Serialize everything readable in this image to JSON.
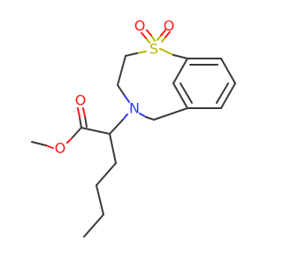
{
  "atoms": {
    "o_ring_a": {
      "symbol": "O",
      "color": "#ff1a1a"
    },
    "o_ring_b": {
      "symbol": "O",
      "color": "#ff1a1a"
    },
    "s_ring": {
      "symbol": "S",
      "color": "#b5b500"
    },
    "n_ring": {
      "symbol": "N",
      "color": "#2f3aff"
    },
    "o_carbonyl": {
      "symbol": "O",
      "color": "#ff1a1a"
    },
    "o_ester": {
      "symbol": "O",
      "color": "#ff1a1a"
    }
  },
  "colors": {
    "bond": "#3a3a3a",
    "oxygen": "#ff1a1a",
    "sulfur": "#b5b500",
    "nitrogen": "#2f3aff"
  }
}
